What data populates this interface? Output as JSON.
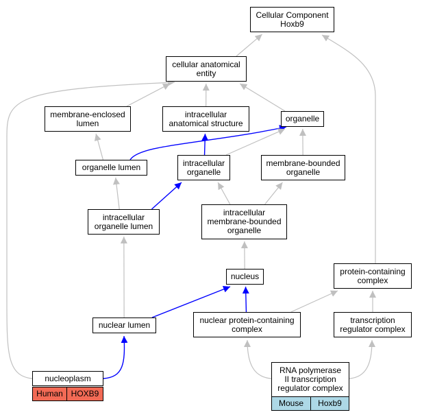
{
  "colors": {
    "edge_default": "#c0c0c0",
    "edge_highlight": "#0000ff",
    "human_tag": "#f26a55",
    "mouse_tag": "#add8e6"
  },
  "nodes": {
    "cc_root": [
      "Cellular Component",
      "Hoxb9"
    ],
    "cellular_anatomical_entity": [
      "cellular anatomical",
      "entity"
    ],
    "membrane_enclosed_lumen": [
      "membrane-enclosed",
      "lumen"
    ],
    "intracellular_anatomical_structure": [
      "intracellular",
      "anatomical structure"
    ],
    "organelle": [
      "organelle"
    ],
    "organelle_lumen": [
      "organelle lumen"
    ],
    "intracellular_organelle": [
      "intracellular",
      "organelle"
    ],
    "membrane_bounded_organelle": [
      "membrane-bounded",
      "organelle"
    ],
    "intracellular_organelle_lumen": [
      "intracellular",
      "organelle lumen"
    ],
    "intracellular_membrane_bounded_organelle": [
      "intracellular",
      "membrane-bounded",
      "organelle"
    ],
    "nucleus": [
      "nucleus"
    ],
    "protein_containing_complex": [
      "protein-containing",
      "complex"
    ],
    "nuclear_lumen": [
      "nuclear lumen"
    ],
    "nuclear_protein_containing_complex": [
      "nuclear protein-containing",
      "complex"
    ],
    "transcription_regulator_complex": [
      "transcription",
      "regulator complex"
    ],
    "nucleoplasm": [
      "nucleoplasm"
    ],
    "rna_pol_ii_complex": [
      "RNA polymerase",
      "II transcription",
      "regulator complex"
    ]
  },
  "annotations": {
    "nucleoplasm": {
      "species": "Human",
      "gene": "HOXB9"
    },
    "rna_pol_ii_complex": {
      "species": "Mouse",
      "gene": "Hoxb9"
    }
  },
  "edges": [
    {
      "from": "cellular_anatomical_entity",
      "to": "cc_root",
      "highlight": false
    },
    {
      "from": "protein_containing_complex",
      "to": "cc_root",
      "highlight": false
    },
    {
      "from": "membrane_enclosed_lumen",
      "to": "cellular_anatomical_entity",
      "highlight": false
    },
    {
      "from": "intracellular_anatomical_structure",
      "to": "cellular_anatomical_entity",
      "highlight": false
    },
    {
      "from": "organelle",
      "to": "cellular_anatomical_entity",
      "highlight": false
    },
    {
      "from": "nucleoplasm",
      "to": "cellular_anatomical_entity",
      "highlight": false
    },
    {
      "from": "organelle_lumen",
      "to": "membrane_enclosed_lumen",
      "highlight": false
    },
    {
      "from": "organelle_lumen",
      "to": "organelle",
      "highlight": true
    },
    {
      "from": "intracellular_organelle",
      "to": "organelle",
      "highlight": false
    },
    {
      "from": "intracellular_organelle",
      "to": "intracellular_anatomical_structure",
      "highlight": true
    },
    {
      "from": "membrane_bounded_organelle",
      "to": "organelle",
      "highlight": false
    },
    {
      "from": "intracellular_organelle_lumen",
      "to": "organelle_lumen",
      "highlight": false
    },
    {
      "from": "intracellular_organelle_lumen",
      "to": "intracellular_organelle",
      "highlight": true
    },
    {
      "from": "intracellular_membrane_bounded_organelle",
      "to": "intracellular_organelle",
      "highlight": false
    },
    {
      "from": "intracellular_membrane_bounded_organelle",
      "to": "membrane_bounded_organelle",
      "highlight": false
    },
    {
      "from": "nucleus",
      "to": "intracellular_membrane_bounded_organelle",
      "highlight": false
    },
    {
      "from": "nuclear_lumen",
      "to": "intracellular_organelle_lumen",
      "highlight": false
    },
    {
      "from": "nuclear_lumen",
      "to": "nucleus",
      "highlight": true
    },
    {
      "from": "nuclear_protein_containing_complex",
      "to": "nucleus",
      "highlight": true
    },
    {
      "from": "nuclear_protein_containing_complex",
      "to": "protein_containing_complex",
      "highlight": false
    },
    {
      "from": "transcription_regulator_complex",
      "to": "protein_containing_complex",
      "highlight": false
    },
    {
      "from": "nucleoplasm",
      "to": "nuclear_lumen",
      "highlight": true
    },
    {
      "from": "rna_pol_ii_complex",
      "to": "nuclear_protein_containing_complex",
      "highlight": false
    },
    {
      "from": "rna_pol_ii_complex",
      "to": "transcription_regulator_complex",
      "highlight": false
    }
  ]
}
